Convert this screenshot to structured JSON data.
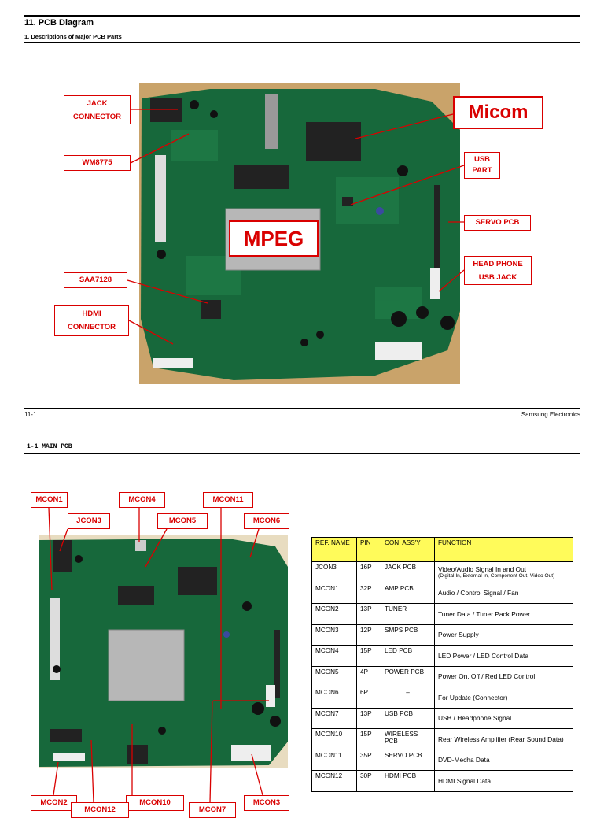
{
  "section_title": "11. PCB Diagram",
  "subsection_title": "1. Descriptions of Major PCB Parts",
  "top_labels": {
    "jack_connector": "JACK\nCONNECTOR",
    "wm8775": "WM8775",
    "saa7128": "SAA7128",
    "hdmi_connector": "HDMI\nCONNECTOR",
    "micom": "Micom",
    "usb_part": "USB\nPART",
    "servo_pcb": "SERVO PCB",
    "head_phone": "HEAD PHONE\nUSB JACK",
    "mpeg": "MPEG"
  },
  "footer": {
    "page": "11-1",
    "company": "Samsung Electronics"
  },
  "main_pcb_heading": "1-1 MAIN PCB",
  "bottom_labels": {
    "mcon1": "MCON1",
    "mcon4": "MCON4",
    "mcon11": "MCON11",
    "jcon3": "JCON3",
    "mcon5": "MCON5",
    "mcon6": "MCON6",
    "mcon2": "MCON2",
    "mcon10": "MCON10",
    "mcon3": "MCON3",
    "mcon12": "MCON12",
    "mcon7": "MCON7"
  },
  "table": {
    "headers": [
      "REF. NAME",
      "PIN",
      "CON. ASS'Y",
      "FUNCTION"
    ],
    "rows": [
      {
        "ref": "JCON3",
        "pin": "16P",
        "assy": "JACK PCB",
        "function": "Video/Audio Signal In and Out",
        "function_note": "(Digital In, External In, Component Out, Video Out)"
      },
      {
        "ref": "MCON1",
        "pin": "32P",
        "assy": "AMP PCB",
        "function": "Audio / Control Signal / Fan"
      },
      {
        "ref": "MCON2",
        "pin": "13P",
        "assy": "TUNER",
        "function": "Tuner Data / Tuner Pack Power"
      },
      {
        "ref": "MCON3",
        "pin": "12P",
        "assy": "SMPS PCB",
        "function": "Power Supply"
      },
      {
        "ref": "MCON4",
        "pin": "15P",
        "assy": "LED PCB",
        "function": "LED Power / LED Control Data"
      },
      {
        "ref": "MCON5",
        "pin": "4P",
        "assy": "POWER PCB",
        "function": "Power On, Off / Red LED Control"
      },
      {
        "ref": "MCON6",
        "pin": "6P",
        "assy": "–",
        "function": "For Update (Connector)"
      },
      {
        "ref": "MCON7",
        "pin": "13P",
        "assy": "USB PCB",
        "function": "USB / Headphone Signal"
      },
      {
        "ref": "MCON10",
        "pin": "15P",
        "assy": "WIRELESS PCB",
        "function": "Rear Wireless Amplifier (Rear Sound Data)"
      },
      {
        "ref": "MCON11",
        "pin": "35P",
        "assy": "SERVO PCB",
        "function": "DVD-Mecha Data"
      },
      {
        "ref": "MCON12",
        "pin": "30P",
        "assy": "HDMI PCB",
        "function": "HDMI Signal Data"
      }
    ]
  }
}
